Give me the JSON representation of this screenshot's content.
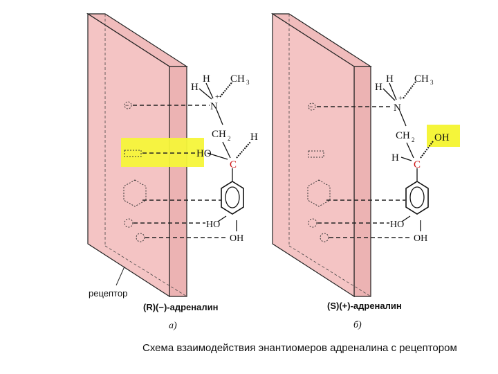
{
  "panels": [
    {
      "h1": "H",
      "h2": "H",
      "ch3": "CH",
      "ch3_sub": "3",
      "n": "N",
      "charge": "+",
      "ch2": "CH",
      "ch2_sub": "2",
      "left_group": "HO",
      "right_group": "H",
      "chiral": "C",
      "ring_ho": "HO",
      "ring_oh": "OH",
      "site_plus": "+",
      "site_minus": "−",
      "label": "(R)(−)-адреналин",
      "sublabel": "а)"
    },
    {
      "h1": "H",
      "h2": "H",
      "ch3": "CH",
      "ch3_sub": "3",
      "n": "N",
      "charge": "+",
      "ch2": "CH",
      "ch2_sub": "2",
      "left_group": "H",
      "right_group": "OH",
      "chiral": "C",
      "ring_ho": "HO",
      "ring_oh": "OH",
      "site_plus": "+",
      "site_minus": "−",
      "label": "(S)(+)-адреналин",
      "sublabel": "б)"
    }
  ],
  "receptor_label": "рецептор",
  "caption": "Схема взаимодействия энантиомеров адреналина с рецептором",
  "colors": {
    "receptor_fill": "#f4c4c4",
    "receptor_dark": "#ecb3b3",
    "highlight": "#f5f53a",
    "chiral_red": "#cc1111"
  }
}
